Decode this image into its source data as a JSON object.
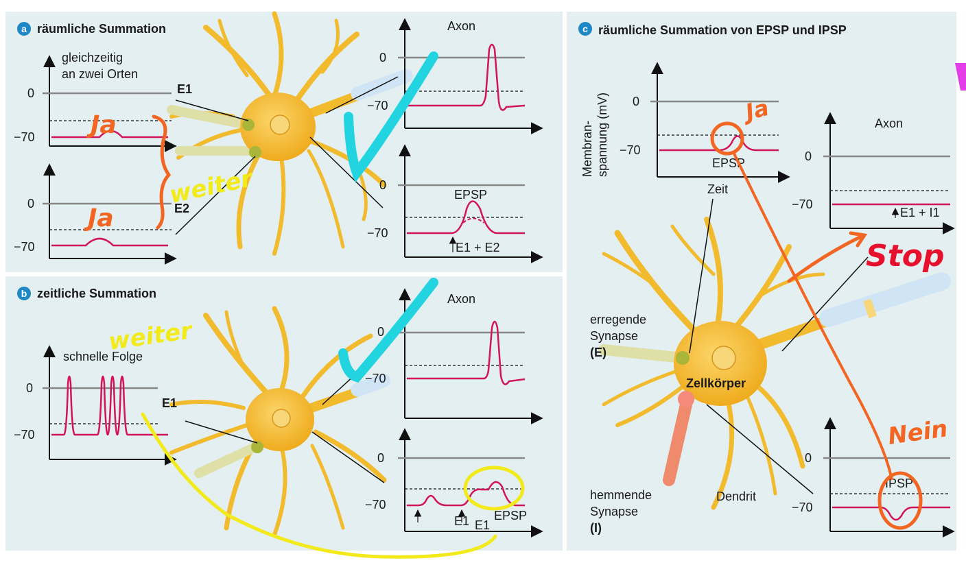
{
  "colors": {
    "panel_bg": "#e3eff0",
    "neuron": "#f2bb2e",
    "neuron_light": "#f7d77a",
    "trace": "#d2145a",
    "axis": "#111111",
    "marker_orange": "#f26522",
    "marker_yellow": "#f2ea1a",
    "marker_cyan": "#21d4e0",
    "marker_red": "#e8112d",
    "marker_magenta": "#e43ee8",
    "badge": "#1e88c7"
  },
  "panel_a": {
    "badge": "a",
    "title": "räumliche Summation",
    "left_label": "gleichzeitig\nan zwei Orten",
    "y0": "0",
    "y70": "−70",
    "e1": "E1",
    "e2": "E2",
    "axon": "Axon",
    "epsp": "EPSP",
    "sum_label": "E1 + E2"
  },
  "panel_b": {
    "badge": "b",
    "title": "zeitliche Summation",
    "left_label": "schnelle Folge",
    "y0": "0",
    "y70": "−70",
    "e1": "E1",
    "axon": "Axon",
    "e1_first": "E1",
    "e1_second": "E1",
    "epsp": "EPSP"
  },
  "panel_c": {
    "badge": "c",
    "title": "räumliche Summation von EPSP und IPSP",
    "ylabel_1": "Membran-",
    "ylabel_2": "spannung (mV)",
    "y0": "0",
    "y70": "−70",
    "epsp": "EPSP",
    "zeit": "Zeit",
    "axon": "Axon",
    "e1i1": "E1 + I1",
    "excitatory_1": "erregende",
    "excitatory_2": "Synapse",
    "excitatory_3": "(E)",
    "soma": "Zellkörper",
    "inhibitory_1": "hemmende",
    "inhibitory_2": "Synapse",
    "inhibitory_3": "(I)",
    "dendrite": "Dendrit",
    "ipsp": "IPSP"
  },
  "annotations": {
    "ja_1": "Ja",
    "ja_2": "Ja",
    "weiter_1": "weiter",
    "weiter_2": "weiter",
    "ja_3": "Ja",
    "stop": "Stop",
    "nein": "Nein"
  }
}
